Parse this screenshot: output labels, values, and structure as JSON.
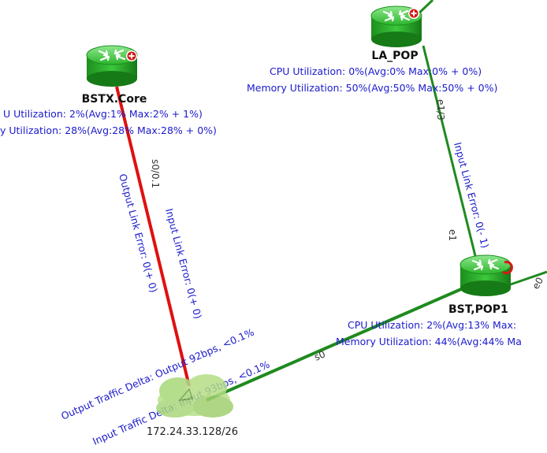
{
  "colors": {
    "link_up": "#1f8a1f",
    "link_down": "#e01010",
    "router_green": "#2bb52b",
    "text_blue": "#1a1acc",
    "badge_red": "#d81818"
  },
  "nodes": {
    "la_pop": {
      "name": "LA_POP",
      "cpu": "CPU Utilization: 0%(Avg:0% Max:0% + 0%)",
      "memory": "Memory Utilization: 50%(Avg:50% Max:50% + 0%)",
      "icon": "router-icon",
      "badge": "add-badge-icon"
    },
    "bstx_core": {
      "name": "BSTX.Core",
      "cpu": "U Utilization: 2%(Avg:1% Max:2% + 1%)",
      "memory": "y Utilization: 28%(Avg:28% Max:28% + 0%)",
      "icon": "router-icon",
      "badge": "add-badge-icon"
    },
    "bst_pop1": {
      "name": "BST,POP1",
      "cpu": "CPU Utilization: 2%(Avg:13% Max:",
      "memory": "Memory Utilization: 44%(Avg:44% Ma",
      "icon": "router-icon",
      "badge": "add-badge-icon"
    },
    "cloud": {
      "subnet": "172.24.33.128/26",
      "icon": "cloud-network-icon"
    }
  },
  "links": {
    "core_to_cloud": {
      "status": "down",
      "port": "s0/0.1",
      "output_error": "Output Link Error: 0(+ 0)",
      "input_error": "Input Link Error: 0(+ 0)"
    },
    "lapop_to_pop1": {
      "status": "up",
      "port_a": "e1/3",
      "port_b": "e1",
      "input_error": "Input Link Error: 0(- 1)"
    },
    "pop1_to_cloud": {
      "status": "up",
      "port": "s0",
      "output_delta": "Output Traffic Delta: Output 92bps, <0.1%",
      "input_delta": "Input Traffic Delta: Input 93bps, <0.1%"
    },
    "pop1_right": {
      "port": "e0"
    }
  }
}
